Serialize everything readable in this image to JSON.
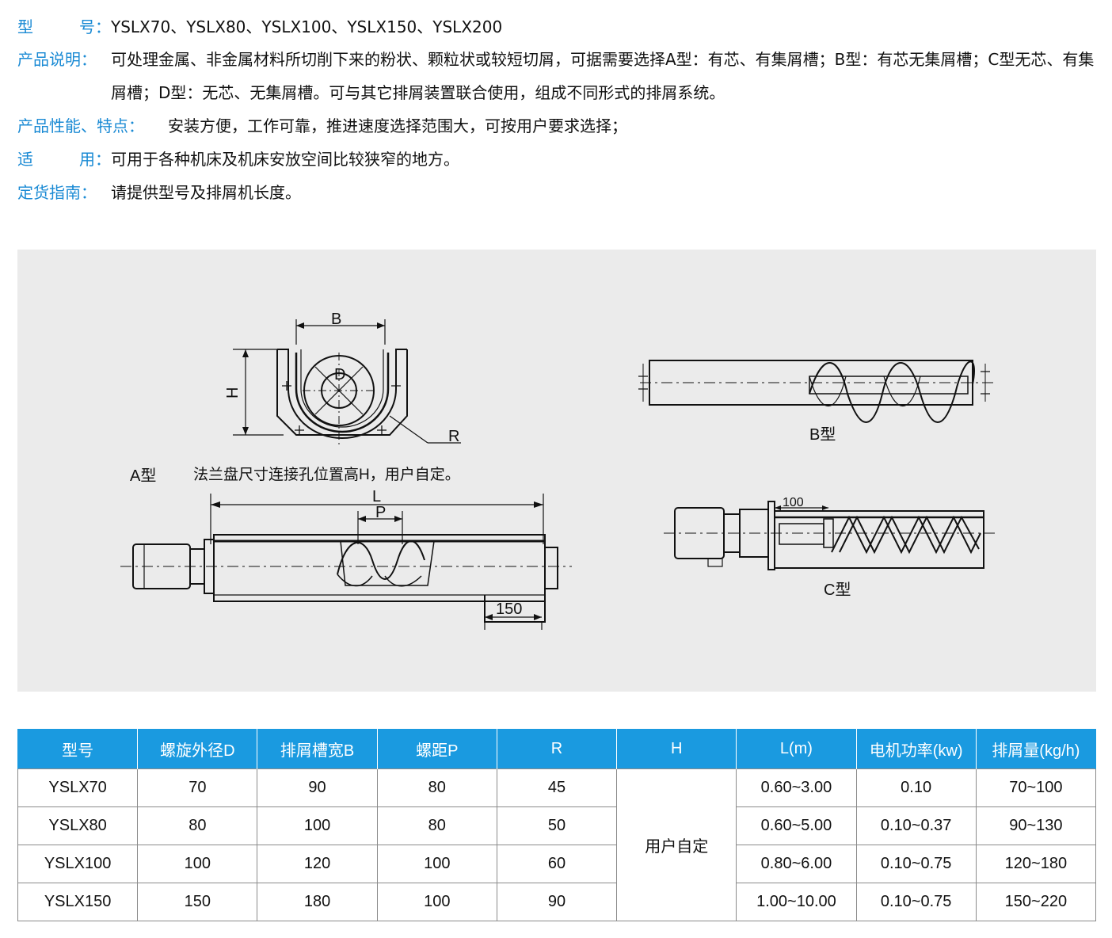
{
  "spec": {
    "rows": [
      {
        "label": "型号：",
        "spread": true,
        "value": "YSLX70、YSLX80、YSLX100、YSLX150、YSLX200"
      },
      {
        "label": "产品说明：",
        "spread": false,
        "value": "可处理金属、非金属材料所切削下来的粉状、颗粒状或较短切屑，可据需要选择A型：有芯、有集屑槽；B型：有芯无集屑槽；C型无芯、有集屑槽；D型：无芯、无集屑槽。可与其它排屑装置联合使用，组成不同形式的排屑系统。"
      },
      {
        "label": "产品性能、特点：",
        "spread": false,
        "value": "安装方便，工作可靠，推进速度选择范围大，可按用户要求选择；"
      },
      {
        "label": "适用：",
        "spread": true,
        "value": "可用于各种机床及机床安放空间比较狭窄的地方。"
      },
      {
        "label": "定货指南：",
        "spread": false,
        "value": "请提供型号及排屑机长度。"
      }
    ]
  },
  "figure": {
    "labels": {
      "dim_b": "B",
      "dim_d": "D",
      "dim_h": "H",
      "dim_r": "R",
      "type_a": "A型",
      "flange_note": "法兰盘尺寸连接孔位置高H，用户自定。",
      "dim_l": "L",
      "dim_p": "P",
      "dim_150": "150",
      "type_b": "B型",
      "dim_100": "100",
      "type_c": "C型"
    },
    "colors": {
      "line": "#111111",
      "panel": "#ebebeb"
    }
  },
  "table": {
    "headers": [
      "型号",
      "螺旋外径D",
      "排屑槽宽B",
      "螺距P",
      "R",
      "H",
      "L(m)",
      "电机功率(kw)",
      "排屑量(kg/h)"
    ],
    "rows": [
      [
        "YSLX70",
        "70",
        "90",
        "80",
        "45",
        "0.60~3.00",
        "0.10",
        "70~100"
      ],
      [
        "YSLX80",
        "80",
        "100",
        "80",
        "50",
        "0.60~5.00",
        "0.10~0.37",
        "90~130"
      ],
      [
        "YSLX100",
        "100",
        "120",
        "100",
        "60",
        "0.80~6.00",
        "0.10~0.75",
        "120~180"
      ],
      [
        "YSLX150",
        "150",
        "180",
        "100",
        "90",
        "1.00~10.00",
        "0.10~0.75",
        "150~220"
      ]
    ],
    "h_merged": "用户自定",
    "header_color": "#1a9ae0"
  }
}
